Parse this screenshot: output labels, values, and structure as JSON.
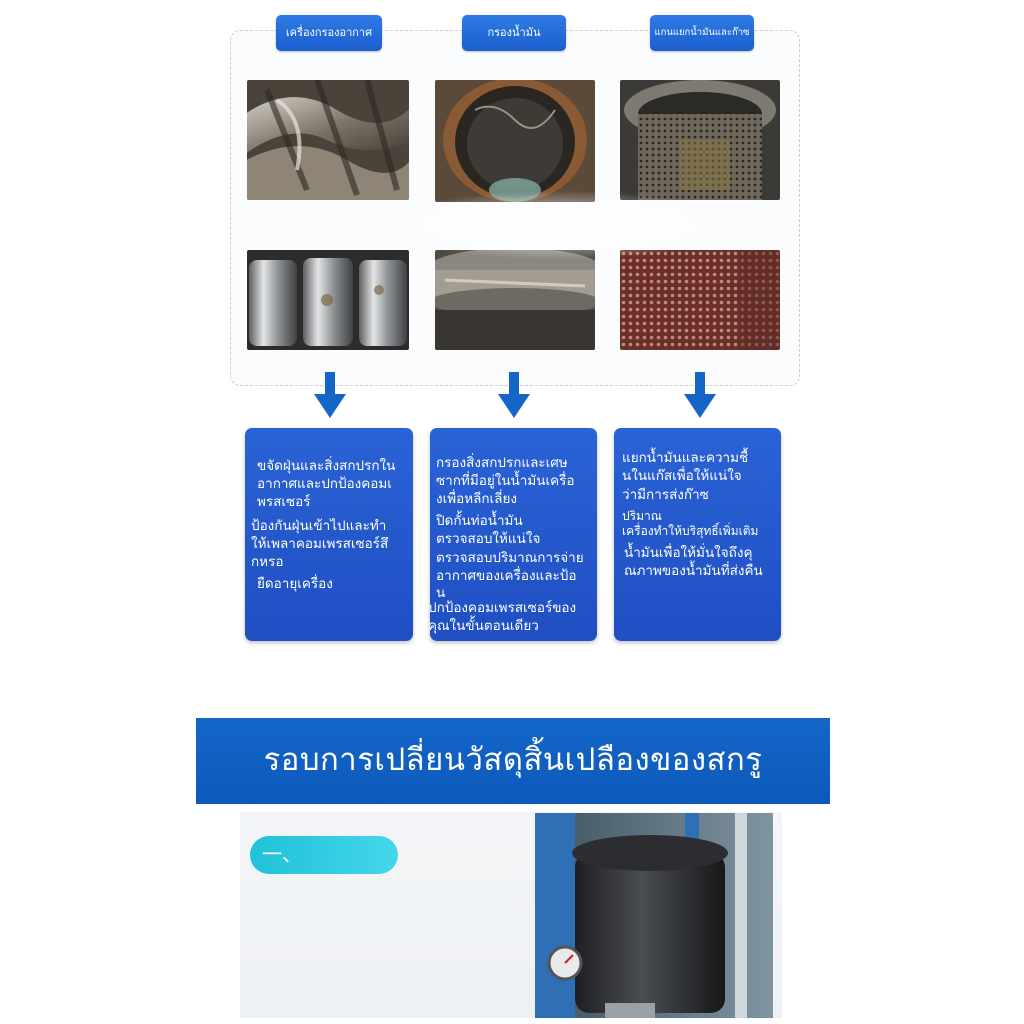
{
  "columns": [
    {
      "tag": "เครื่องกรองอากาศ",
      "card_lines": [
        "ขจัดฝุ่นและสิ่งสกปรกใน",
        "อากาศและปกป้องคอมเ",
        "พรสเซอร์",
        "ป้องกันฝุ่นเข้าไปและทำ",
        "ให้เพลาคอมเพรสเซอร์สึ",
        "กหรอ",
        "ยืดอายุเครื่อง"
      ]
    },
    {
      "tag": "กรองน้ำมัน",
      "card_lines": [
        "กรองสิ่งสกปรกและเศษ",
        "ซากที่มีอยู่ในน้ำมันเครื่อ",
        "งเพื่อหลีกเลี่ยง",
        "ปิดกั้นท่อน้ำมัน",
        "ตรวจสอบให้แน่ใจ",
        "ตรวจสอบปริมาณการจ่าย",
        "อากาศของเครื่องและป้อ",
        "น",
        "ปกป้องคอมเพรสเซอร์ของ",
        "คุณในขั้นตอนเดียว"
      ]
    },
    {
      "tag": "แกนแยกน้ำมันและก๊าซ",
      "card_lines": [
        "แยกน้ำมันและความชื้",
        "นในแก๊สเพื่อให้แน่ใจ",
        "ว่ามีการส่งก๊าซ",
        "ปริมาณ",
        "เครื่องทำให้บริสุทธิ์เพิ่มเติม",
        "น้ำมันเพื่อให้มั่นใจถึงคุ",
        "ณภาพของน้ำมันที่ส่งคืน"
      ]
    }
  ],
  "banner": {
    "title": "รอบการเปลี่ยนวัสดุสิ้นเปลืองของสกรู"
  },
  "section_pill": {
    "label": "一、"
  },
  "colors": {
    "tag_blue": "#1a5fcd",
    "card_blue": "#2459cc",
    "arrow_blue": "#1565c8",
    "banner_blue": "#0f5fc3",
    "pill_cyan": "#2ec9df"
  }
}
